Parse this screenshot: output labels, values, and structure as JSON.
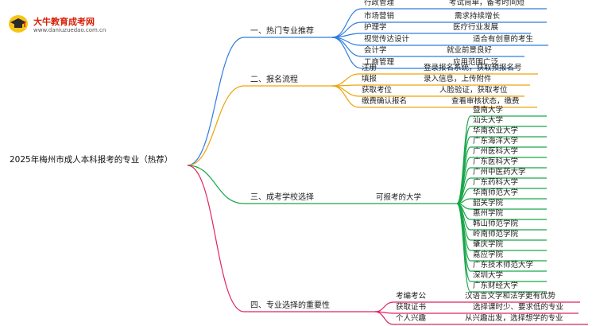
{
  "logo": {
    "name": "大牛教育成考网",
    "url": "www.daniuzuedao.com.cn"
  },
  "root": "2025年梅州市成人本科报考的专业（热荐）",
  "branches": [
    {
      "label": "一、热门专业推荐",
      "color": "#2f7de1",
      "items": [
        {
          "label": "行政管理",
          "note": "考试简单，备考时间短"
        },
        {
          "label": "市场营销",
          "note": "需求持续增长"
        },
        {
          "label": "护理学",
          "note": "医疗行业发展"
        },
        {
          "label": "视觉传达设计",
          "note": "适合有创意的考生"
        },
        {
          "label": "会计学",
          "note": "就业前景良好"
        },
        {
          "label": "工商管理",
          "note": "应用范围广泛"
        }
      ]
    },
    {
      "label": "二、报名流程",
      "color": "#f0a30a",
      "items": [
        {
          "label": "注册",
          "note": "登录报名系统，获取预报名号"
        },
        {
          "label": "填报",
          "note": "录入信息，上传附件"
        },
        {
          "label": "获取考位",
          "note": "人脸验证，获取考位"
        },
        {
          "label": "缴费确认报名",
          "note": "查看审核状态，缴费"
        }
      ]
    },
    {
      "label": "三、成考学校选择",
      "color": "#1aa64a",
      "mid": "可报考的大学",
      "schools": [
        "暨南大学",
        "汕头大学",
        "华南农业大学",
        "广东海洋大学",
        "广州医科大学",
        "广东医科大学",
        "广州中医药大学",
        "广东药科大学",
        "华南师范大学",
        "韶关学院",
        "惠州学院",
        "韩山师范学院",
        "岭南师范学院",
        "肇庆学院",
        "嘉应学院",
        "广东技术师范大学",
        "深圳大学",
        "广东财经大学"
      ]
    },
    {
      "label": "四、专业选择的重要性",
      "color": "#e0245e",
      "items": [
        {
          "label": "考编考公",
          "note": "汉语言文学和法学更有优势"
        },
        {
          "label": "获取证书",
          "note": "选择课时少、要求低的专业"
        },
        {
          "label": "个人兴趣",
          "note": "从兴趣出发，选择想学的专业"
        }
      ]
    }
  ]
}
